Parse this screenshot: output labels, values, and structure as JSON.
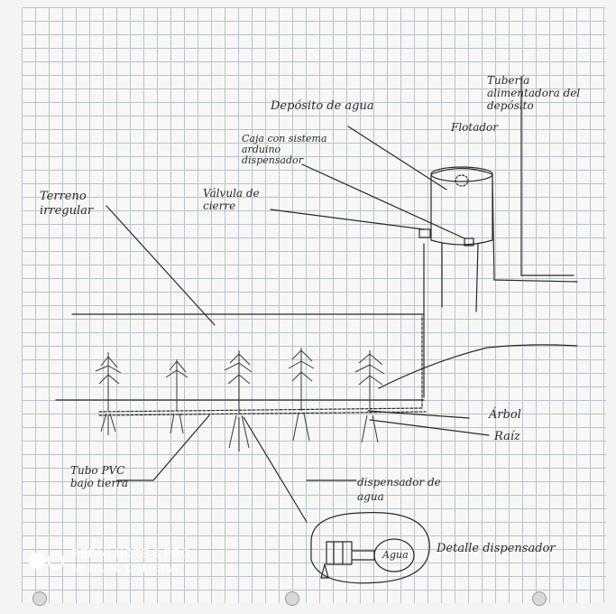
{
  "labels": {
    "tuberia": "Tubería alimentadora del depósito",
    "deposito": "Depósito de agua",
    "flotador": "Flotador",
    "caja": "Caja con sistema arduino dispensador",
    "terreno": "Terreno irregular",
    "valvula": "Válvula de cierre",
    "arbol": "Árbol",
    "raiz": "Raíz",
    "tubo": "Tubo PVC bajo tierra",
    "dispensador": "dispensador de agua",
    "detalle": "Detalle dispensador",
    "agua": "Agua"
  },
  "watermark": {
    "line1": "REDMI NOTE 6 PRO",
    "line2": "MI DUAL CAMERA"
  }
}
